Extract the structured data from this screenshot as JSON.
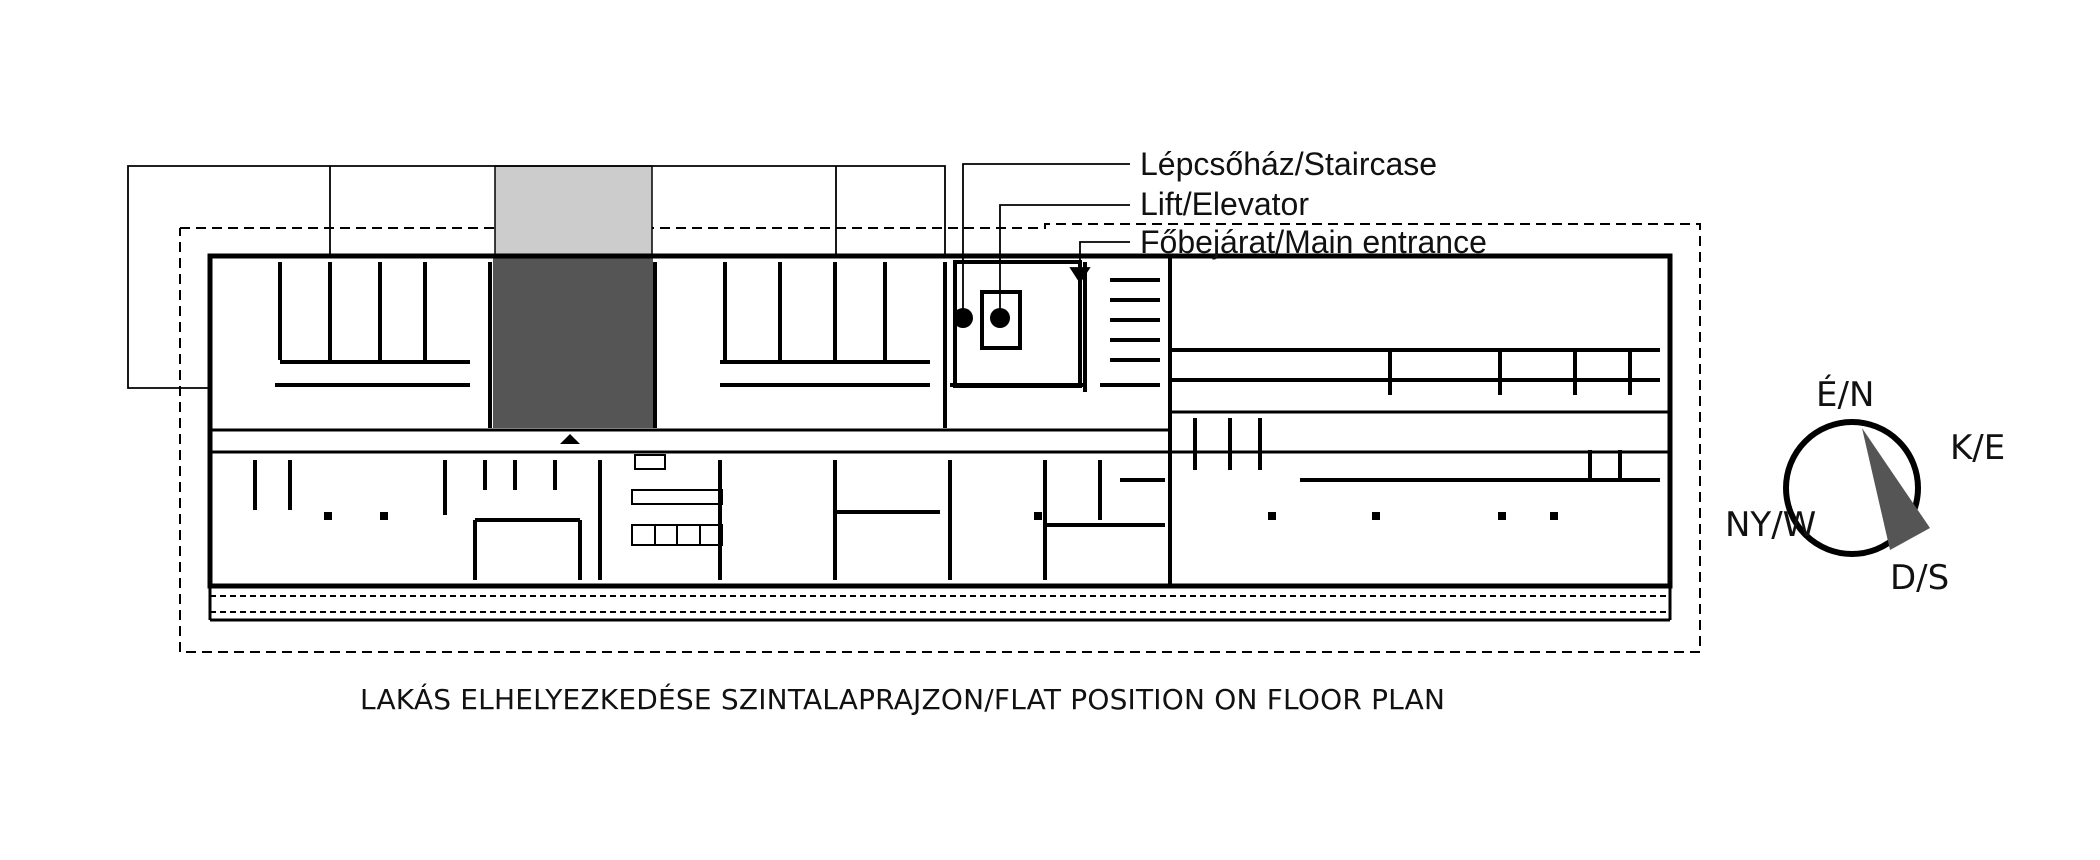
{
  "legend": {
    "staircase": "Lépcsőház/Staircase",
    "elevator": "Lift/Elevator",
    "main_entrance": "Főbejárat/Main entrance"
  },
  "compass": {
    "north": "É/N",
    "east": "K/E",
    "south": "D/S",
    "west": "NY/W"
  },
  "caption": "LAKÁS ELHELYEZKEDÉSE SZINTALAPRAJZON/FLAT POSITION ON FLOOR PLAN",
  "colors": {
    "wall": "#000000",
    "highlighted_flat": "#555555",
    "flat_projection": "#cccccc",
    "compass_needle": "#555555",
    "outline_dash": "#000000"
  }
}
